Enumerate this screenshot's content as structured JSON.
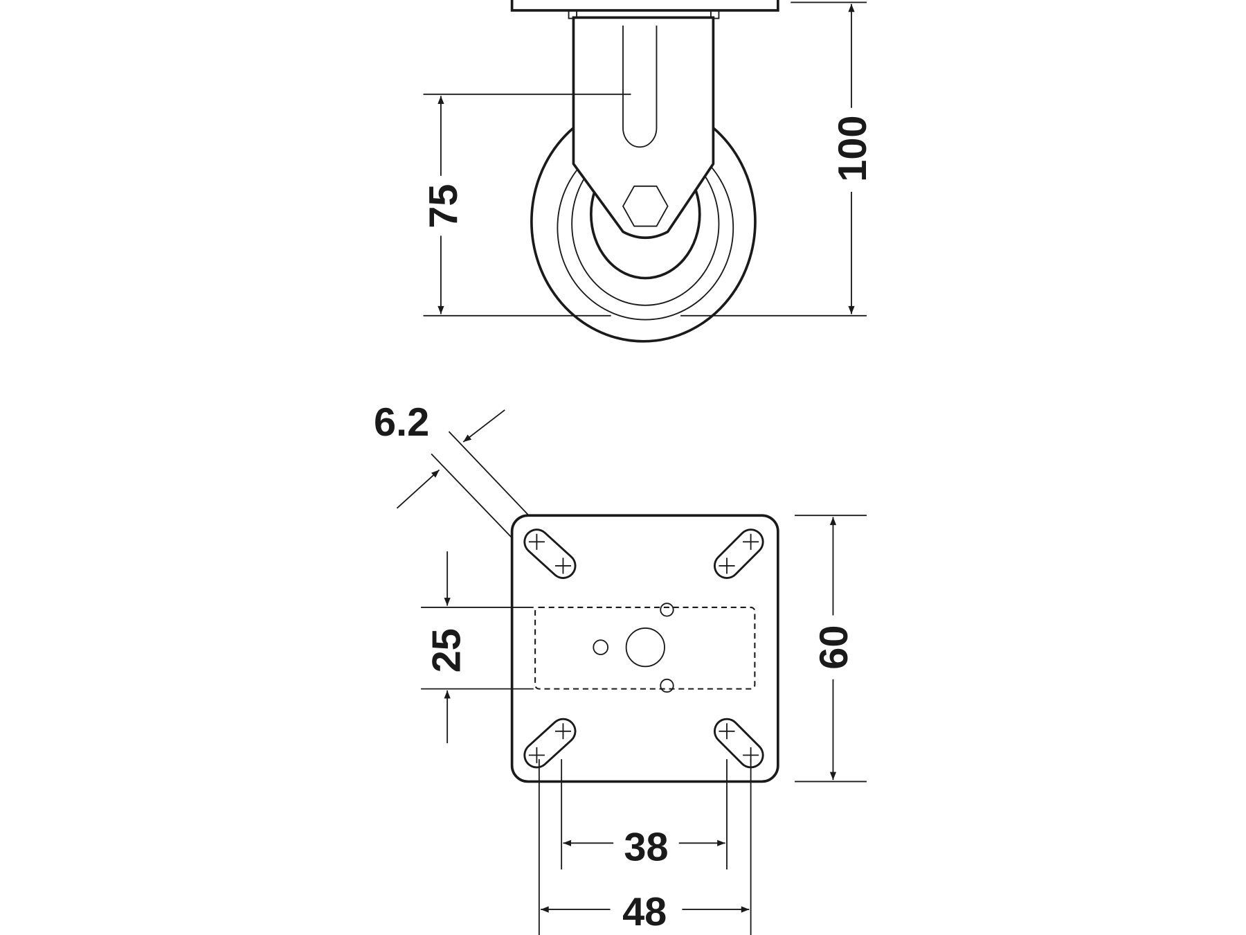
{
  "drawing": {
    "side_view": {
      "wheel_diameter": "75",
      "total_height": "100"
    },
    "top_plate_view": {
      "slot_width": "6.2",
      "center_pattern_height": "25",
      "plate_length": "60",
      "inner_hole_spacing": "38",
      "outer_hole_spacing": "48"
    },
    "line_color": "#1a1a1a"
  }
}
